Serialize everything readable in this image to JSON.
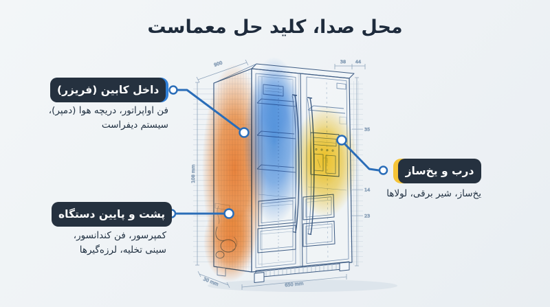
{
  "title": "محل صدا، کلید حل معماست",
  "callouts": {
    "freezer": {
      "label": "داخل کابین (فریزر)",
      "desc1": "فن اواپراتور، دریچه هوا (دمپر)،",
      "desc2": "سیستم دیفراست"
    },
    "back": {
      "label": "پشت و پایین دستگاه",
      "desc1": "کمپرسور، فن کندانسور،",
      "desc2": "سینی تخلیه، لرزه‌گیرها"
    },
    "door": {
      "label": "درب و یخ‌ساز",
      "desc1": "یخ‌ساز، شیر برقی، لولاها",
      "desc2": ""
    }
  },
  "diagram_labels": {
    "width_top": "900",
    "top_a": "38",
    "top_b": "44",
    "side_a": "35",
    "side_b": "14",
    "side_c": "23",
    "height_left": "108 mm",
    "depth": "30 mm",
    "width_front": "650 mm"
  },
  "colors": {
    "accent_freezer": "#2f7fd8",
    "accent_back": "#f2782c",
    "accent_door": "#f5c437",
    "connector": "#2a6db8",
    "pill_bg": "#25313f",
    "title_text": "#1e2b3c",
    "highlight_orange": "#f47f26",
    "highlight_blue": "#3b86e0",
    "highlight_yellow": "#f6ca33"
  }
}
